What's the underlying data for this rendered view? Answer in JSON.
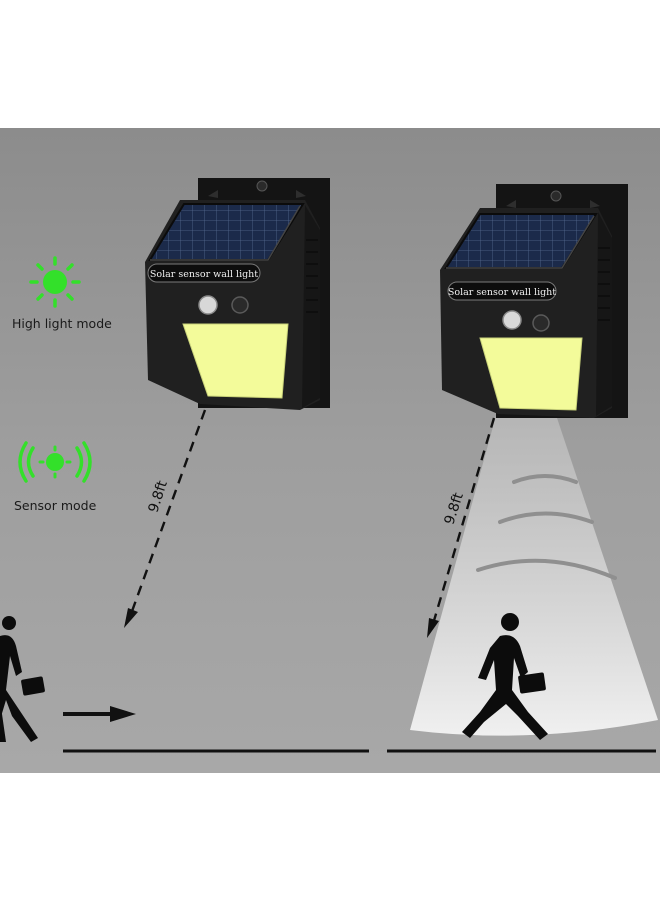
{
  "scene": {
    "background_color": "#9a9a9a",
    "accent_green": "#33e02a",
    "led_color": "#f5fb9c"
  },
  "legend": {
    "high_light_icon": "sun-icon",
    "high_light_label": "High  light mode",
    "sensor_icon": "sensor-waves-icon",
    "sensor_label": "Sensor mode"
  },
  "lamps": [
    {
      "label": "Solar sensor wall light",
      "distance_label": "9.8ft",
      "state": "idle"
    },
    {
      "label": "Solar sensor wall light",
      "distance_label": "9.8ft",
      "state": "triggered"
    }
  ]
}
